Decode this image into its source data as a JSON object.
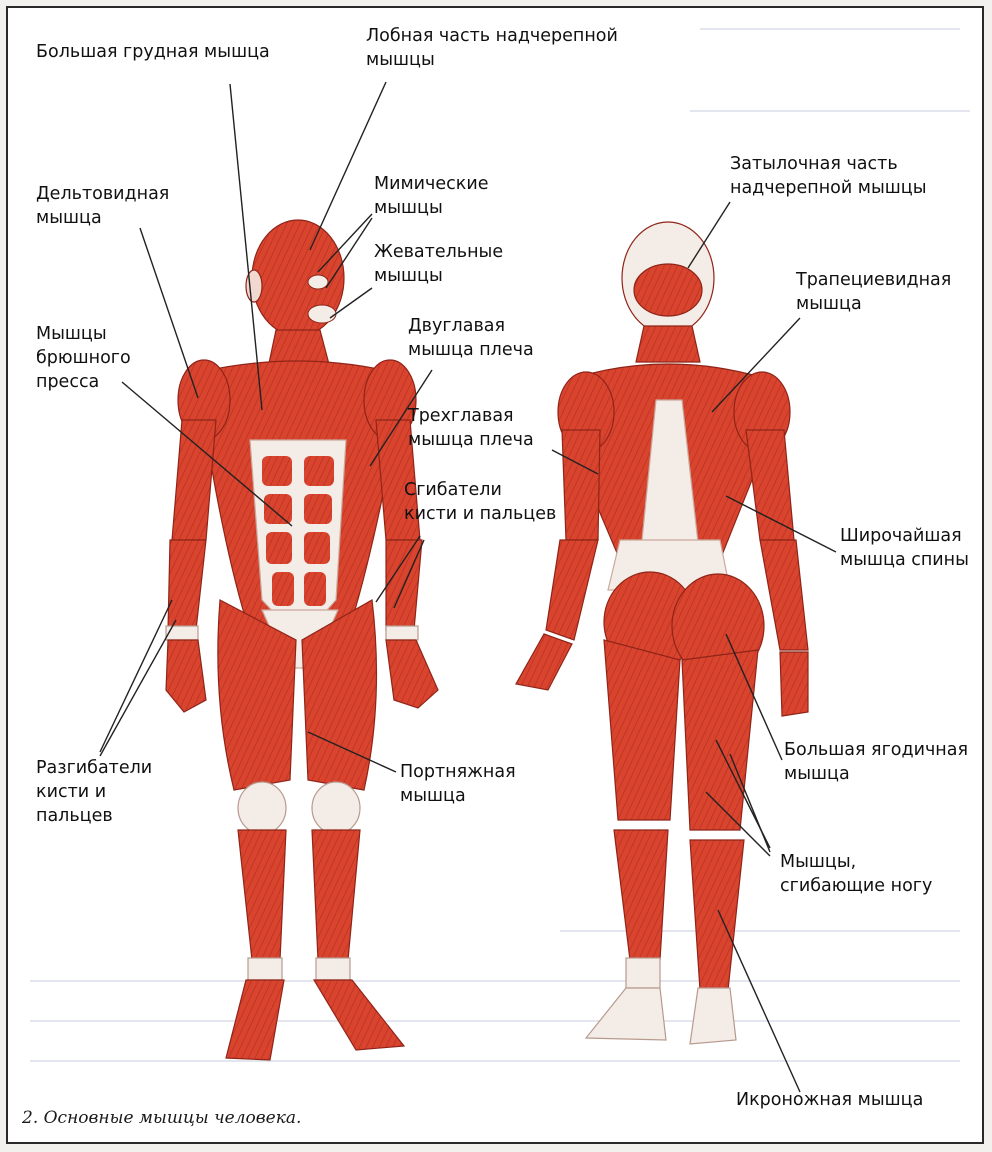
{
  "caption": "2. Основные мышцы человека.",
  "labels": {
    "pectoralis_major": "Большая грудная мышца",
    "frontalis": "Лобная часть надчерепной\nмышцы",
    "deltoid": "Дельтовидная\nмышца",
    "mimic": "Мимические\nмышцы",
    "masseter": "Жевательные\nмышцы",
    "abdominal": "Мышцы\nбрюшного\nпресса",
    "biceps": "Двуглавая\nмышца плеча",
    "triceps": "Трехглавая\nмышца плеча",
    "forearm_flexors": "Сгибатели\nкисти и пальцев",
    "extensors": "Разгибатели\nкисти и\nпальцев",
    "sartorius": "Портняжная\nмышца",
    "occipital": "Затылочная часть\nнадчерепной мышцы",
    "trapezius": "Трапециевидная\nмышца",
    "latissimus": "Широчайшая\nмышца спины",
    "gluteus": "Большая ягодичная\nмышца",
    "leg_flexors": "Мышцы,\nсгибающие ногу",
    "gastrocnemius": "Икроножная мышца"
  },
  "colors": {
    "muscle": "#d9442f",
    "muscle_dark": "#a8281c",
    "tendon": "#f4ece6",
    "pointer": "#222222"
  }
}
